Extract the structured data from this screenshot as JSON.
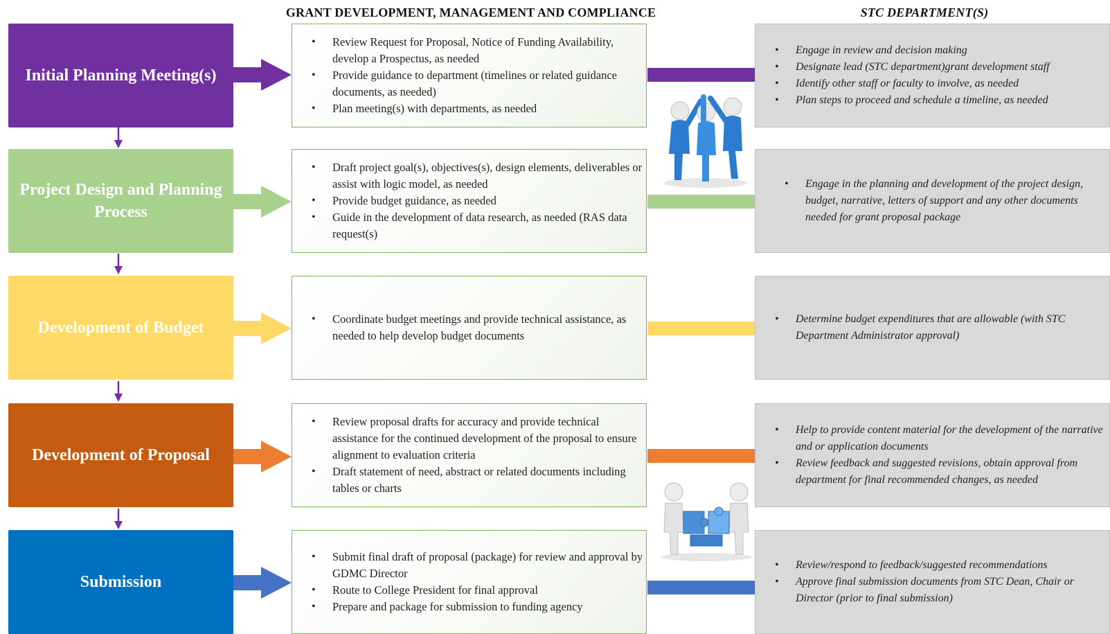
{
  "headers": {
    "left": "GRANT DEVELOPMENT, MANAGEMENT AND COMPLIANCE",
    "right": "STC DEPARTMENT(S)"
  },
  "colors": {
    "stage1": "#7030a0",
    "stage2": "#a9d18e",
    "stage3": "#ffd966",
    "stage4": "#c55a11",
    "stage5": "#0070c0",
    "arrow1": "#7030a0",
    "arrow2": "#a9d18e",
    "arrow3": "#ffd966",
    "arrow4": "#ed7d31",
    "arrow5": "#4472c4",
    "down_arrow": "#7030a0"
  },
  "stages": [
    {
      "title": "Initial Planning Meeting(s)",
      "gdmc": [
        "Review Request for Proposal, Notice of Funding Availability, develop a Prospectus, as needed",
        "Provide guidance to department (timelines or related guidance documents, as needed)",
        "Plan meeting(s) with departments, as needed"
      ],
      "stc": [
        "Engage in review and decision making",
        "Designate lead (STC department)grant development staff",
        "Identify other staff  or faculty to involve, as needed",
        "Plan steps to proceed and schedule a timeline, as needed"
      ]
    },
    {
      "title": "Project Design and Planning Process",
      "gdmc": [
        "Draft project goal(s), objectives(s), design elements, deliverables or assist with logic model, as needed",
        "Provide budget guidance, as needed",
        "Guide in the development of data research, as needed (RAS data request(s)"
      ],
      "stc": [
        "Engage in the planning and development of the project design, budget, narrative, letters of support and any other documents needed for grant proposal package"
      ]
    },
    {
      "title": "Development of Budget",
      "gdmc": [
        "Coordinate budget meetings and provide technical assistance, as needed to help develop budget documents"
      ],
      "stc": [
        "Determine budget expenditures that are allowable (with STC Department Administrator approval)"
      ]
    },
    {
      "title": "Development of Proposal",
      "gdmc": [
        "Review proposal drafts for accuracy and provide technical assistance for the continued development of the proposal to ensure alignment to evaluation criteria",
        "Draft statement of need, abstract or related documents including tables or charts"
      ],
      "stc": [
        "Help to provide content material for the development of the narrative and or application documents",
        "Review feedback and suggested revisions, obtain approval from department for final recommended changes, as needed"
      ]
    },
    {
      "title": "Submission",
      "gdmc": [
        "Submit final draft of proposal (package) for review  and approval by GDMC Director",
        "Route to College President for final approval",
        "Prepare and package for submission to funding agency"
      ],
      "stc": [
        "Review/respond to feedback/suggested recommendations",
        "Approve final submission documents from STC Dean, Chair or Director (prior to final submission)"
      ]
    }
  ],
  "images": {
    "top": "team-high-five-figures",
    "bottom": "puzzle-pieces-figures"
  }
}
